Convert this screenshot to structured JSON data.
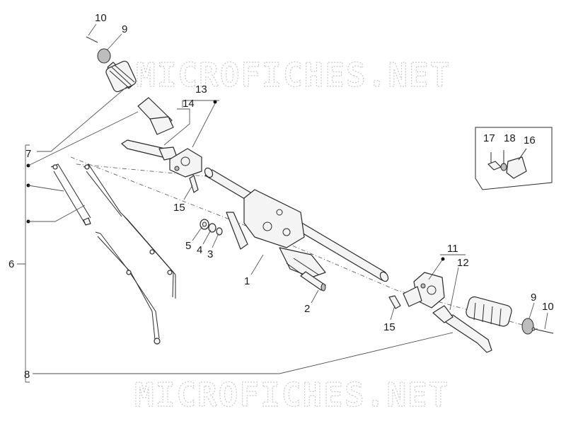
{
  "watermark": {
    "top": "MICROFICHES.NET",
    "bottom": "MICROFICHES.NET"
  },
  "callouts": {
    "c1": "1",
    "c2": "2",
    "c3": "3",
    "c4": "4",
    "c5": "5",
    "c6": "6",
    "c7": "7",
    "c8": "8",
    "c9_top": "9",
    "c9_right": "9",
    "c10_top": "10",
    "c10_right": "10",
    "c11": "11",
    "c12": "12",
    "c13": "13",
    "c14": "14",
    "c15_left": "15",
    "c15_right": "15",
    "c16": "16",
    "c17": "17",
    "c18": "18"
  },
  "colors": {
    "line": "#2b2b2b",
    "watermark": "#c9c9c9",
    "background": "#ffffff"
  }
}
